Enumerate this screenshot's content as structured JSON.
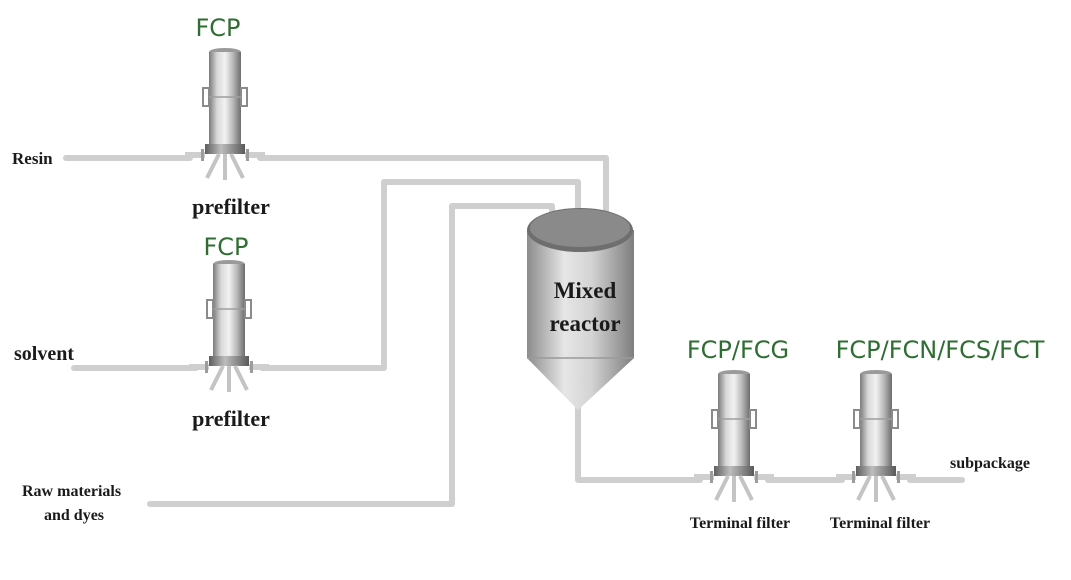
{
  "inputs": {
    "resin": "Resin",
    "solvent": "solvent",
    "raw_line1": "Raw materials",
    "raw_line2": "and dyes"
  },
  "prefilter_1": {
    "model": "FCP",
    "caption": "prefilter"
  },
  "prefilter_2": {
    "model": "FCP",
    "caption": "prefilter"
  },
  "reactor": {
    "line1": "Mixed",
    "line2": "reactor"
  },
  "terminal_1": {
    "model": "FCP/FCG",
    "caption": "Terminal filter"
  },
  "terminal_2": {
    "model": "FCP/FCN/FCS/FCT",
    "caption": "Terminal filter"
  },
  "output": "subpackage",
  "colors": {
    "model_label": "#2f6e33",
    "pipe": "#cfcfcf",
    "text": "#1a1a1a"
  }
}
